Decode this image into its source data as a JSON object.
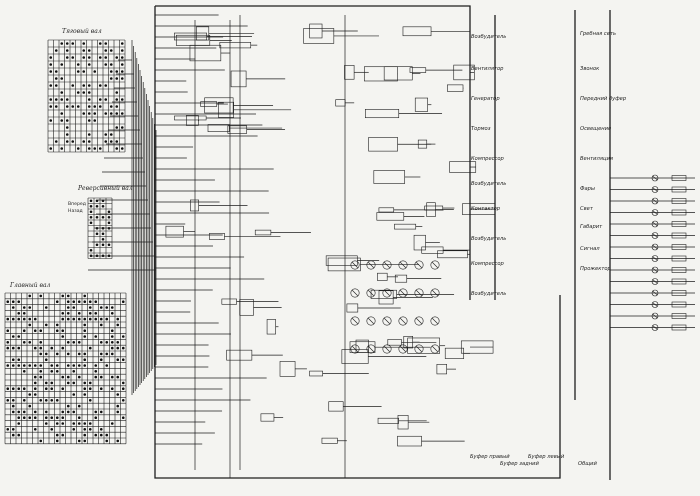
{
  "controllers": {
    "traction": {
      "title": "Тяговый вал"
    },
    "reverse": {
      "title": "Реверсивный вал",
      "positions": [
        "Вперед",
        "Назад"
      ]
    },
    "main": {
      "title": "Главный вал"
    }
  },
  "right_column": {
    "labels": [
      "Гребная сеть",
      "Звонок",
      "Передний буфер",
      "Освещение",
      "Вентиляция",
      "Фары",
      "Свет",
      "Габарит",
      "Сигнал",
      "Прожектор"
    ]
  },
  "center_column": {
    "labels": [
      "Возбудитель",
      "Вентилятор",
      "Генератор",
      "Тормоз",
      "Компрессор",
      "Возбудитель",
      "Контактор",
      "Возбудитель",
      "Компрессор",
      "Возбудитель"
    ]
  },
  "bottom": {
    "labels": [
      "Буфер правый",
      "Буфер задний",
      "Буфер левый",
      "Общий"
    ]
  },
  "colors": {
    "ink": "#1e1e1e",
    "paper": "#f4f4f1"
  }
}
